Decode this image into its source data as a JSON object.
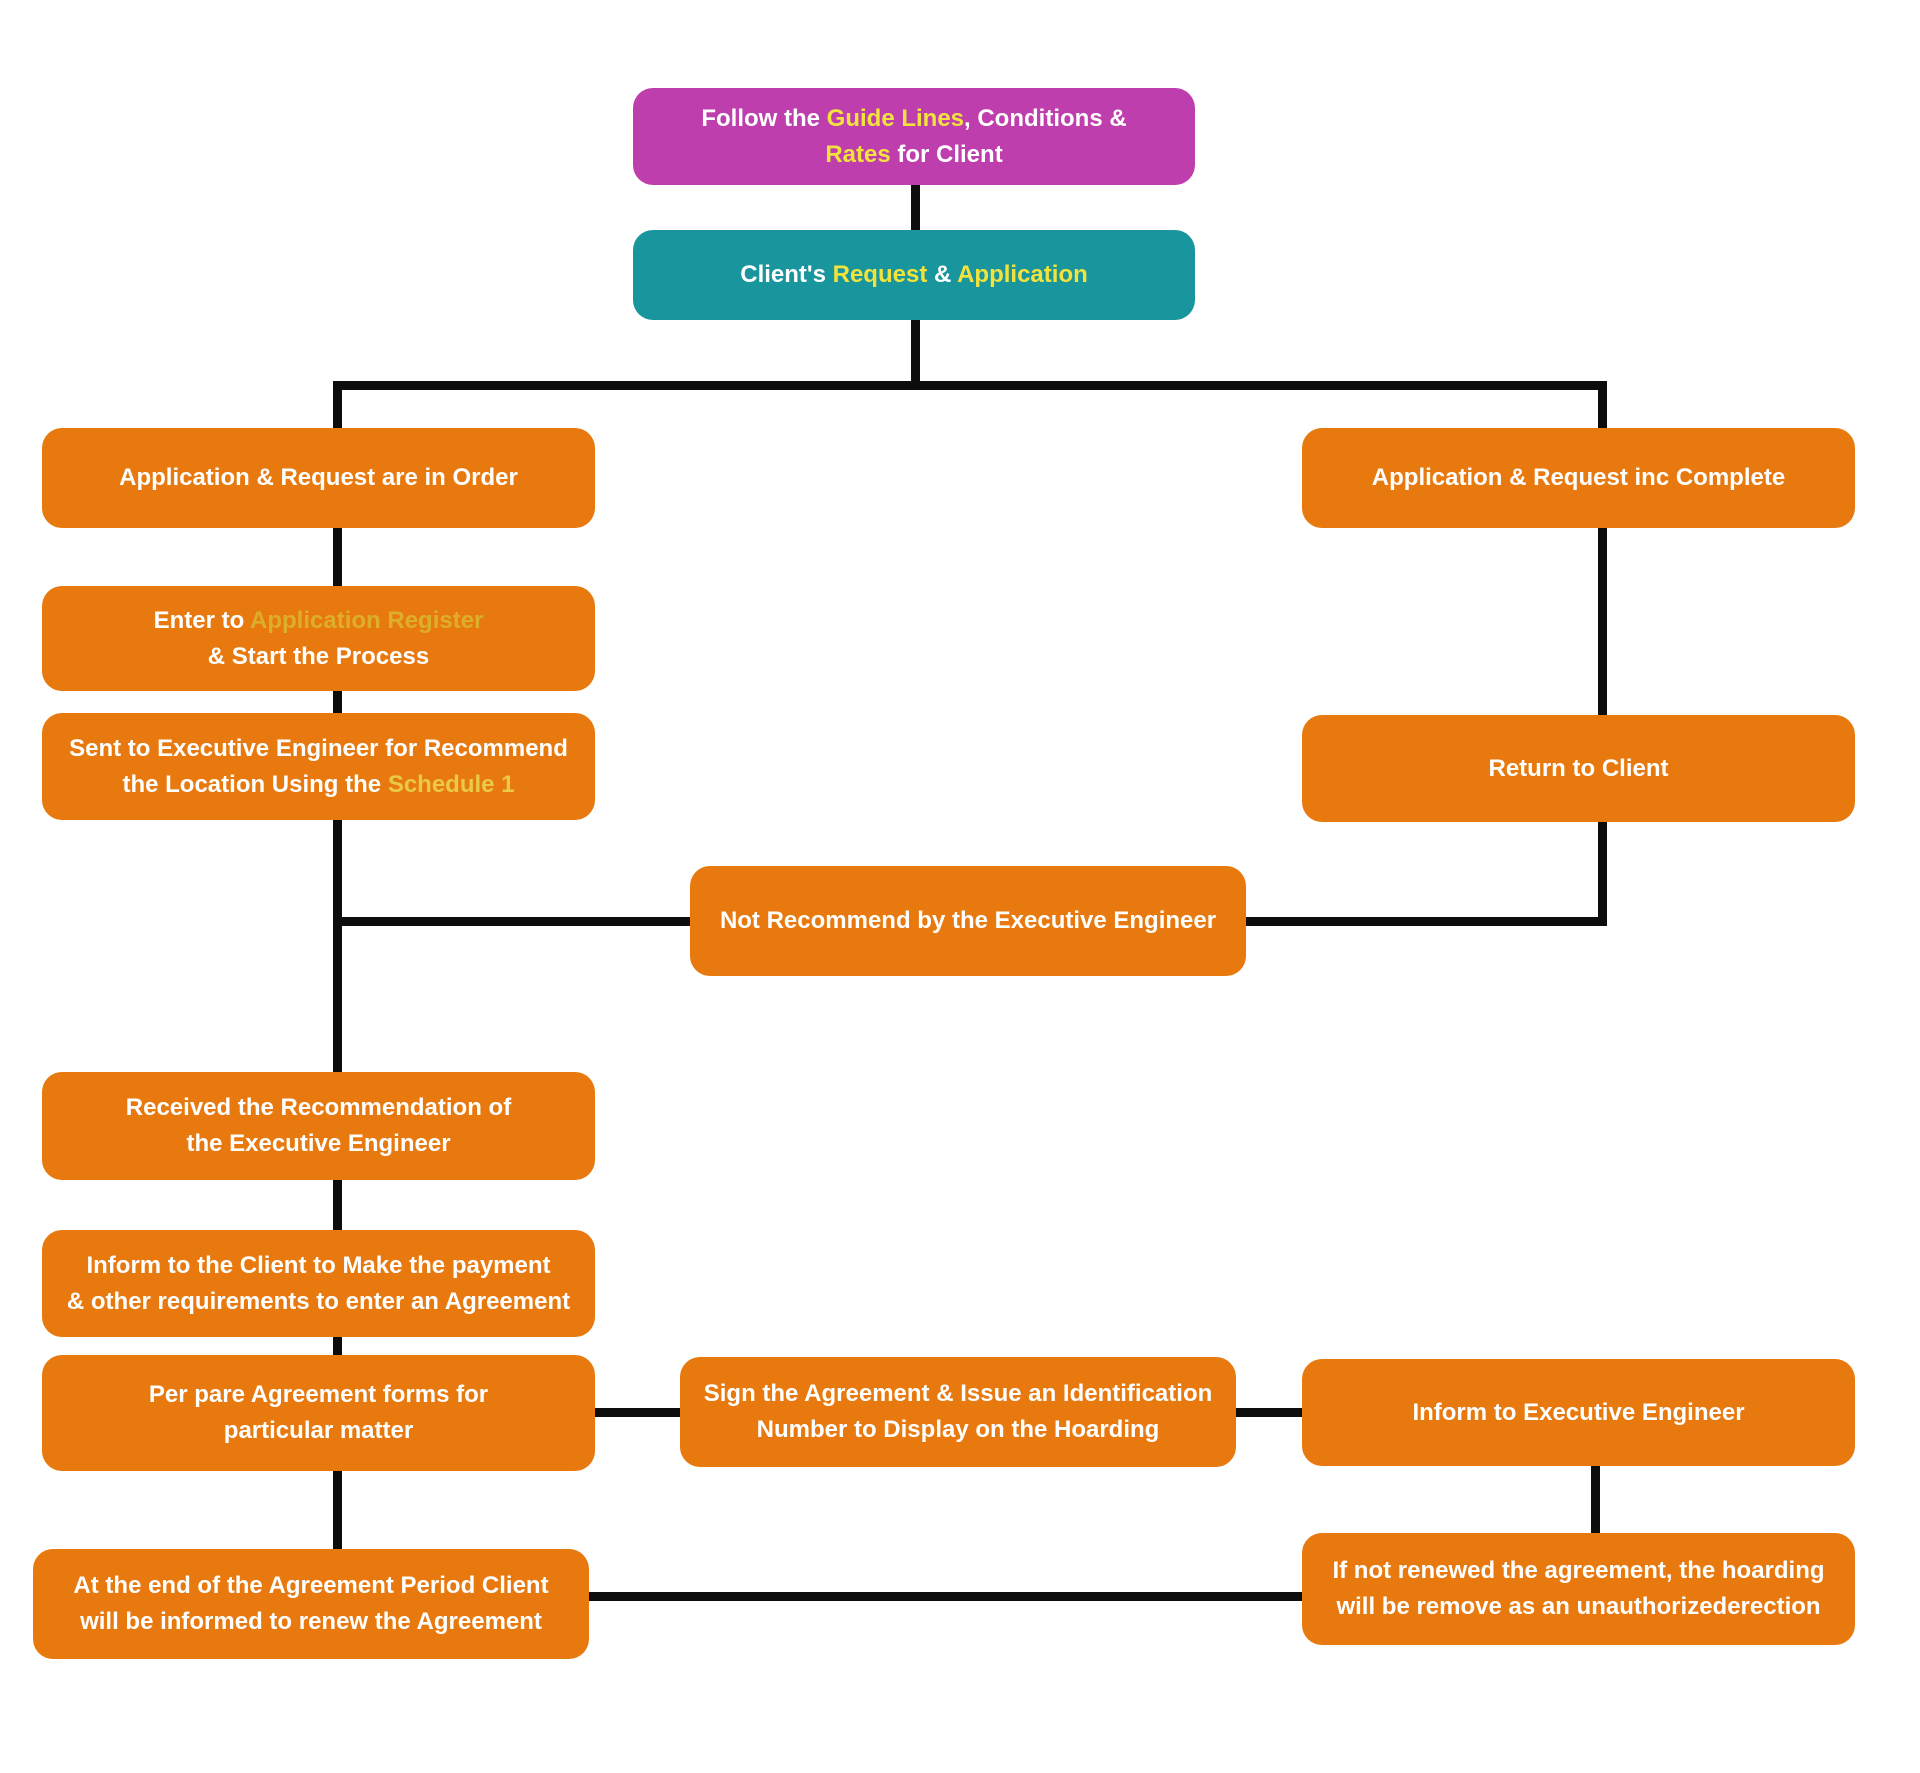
{
  "colors": {
    "white": "#FFFFFF",
    "yellow": "#F2E33C",
    "gold": "#DCAE2B",
    "gold_light": "#E8CA44",
    "orange": "#E8790E",
    "magenta": "#BF3EAE",
    "teal": "#18959D",
    "line": "#0D0D0D"
  },
  "nodes": {
    "follow_guidelines": {
      "lines": [
        [
          {
            "t": "Follow the ",
            "c": "white"
          },
          {
            "t": "Guide Lines",
            "c": "yellow"
          },
          {
            "t": ", Conditions &",
            "c": "white"
          }
        ],
        [
          {
            "t": "Rates",
            "c": "yellow"
          },
          {
            "t": " for Client",
            "c": "white"
          }
        ]
      ]
    },
    "client_request": {
      "lines": [
        [
          {
            "t": "Client's ",
            "c": "white"
          },
          {
            "t": "Request",
            "c": "yellow"
          },
          {
            "t": " & ",
            "c": "white"
          },
          {
            "t": "Application",
            "c": "yellow"
          }
        ]
      ]
    },
    "app_in_order": {
      "lines": [
        [
          {
            "t": "Application & Request are in Order",
            "c": "white"
          }
        ]
      ]
    },
    "app_incomplete": {
      "lines": [
        [
          {
            "t": "Application & Request inc Complete",
            "c": "white"
          }
        ]
      ]
    },
    "enter_register": {
      "lines": [
        [
          {
            "t": "Enter to ",
            "c": "white"
          },
          {
            "t": "Application Register",
            "c": "gold"
          }
        ],
        [
          {
            "t": "& Start the Process",
            "c": "white"
          }
        ]
      ]
    },
    "sent_to_ee": {
      "lines": [
        [
          {
            "t": "Sent to Executive Engineer for Recommend",
            "c": "white"
          }
        ],
        [
          {
            "t": "the Location Using the ",
            "c": "white"
          },
          {
            "t": "Schedule 1",
            "c": "gold_light"
          }
        ]
      ]
    },
    "return_to_client": {
      "lines": [
        [
          {
            "t": "Return to Client",
            "c": "white"
          }
        ]
      ]
    },
    "not_recommend": {
      "lines": [
        [
          {
            "t": "Not Recommend by the Executive Engineer",
            "c": "white"
          }
        ]
      ]
    },
    "received_recommendation": {
      "lines": [
        [
          {
            "t": "Received the Recommendation of",
            "c": "white"
          }
        ],
        [
          {
            "t": "the Executive Engineer",
            "c": "white"
          }
        ]
      ]
    },
    "inform_client_payment": {
      "lines": [
        [
          {
            "t": "Inform to the Client to Make the payment",
            "c": "white"
          }
        ],
        [
          {
            "t": "& other requirements to enter an Agreement",
            "c": "white"
          }
        ]
      ]
    },
    "prepare_agreement": {
      "lines": [
        [
          {
            "t": "Per pare Agreement forms for",
            "c": "white"
          }
        ],
        [
          {
            "t": "particular matter",
            "c": "white"
          }
        ]
      ]
    },
    "sign_agreement": {
      "lines": [
        [
          {
            "t": "Sign the Agreement & Issue an Identification",
            "c": "white"
          }
        ],
        [
          {
            "t": "Number to Display on the Hoarding",
            "c": "white"
          }
        ]
      ]
    },
    "inform_ee": {
      "lines": [
        [
          {
            "t": "Inform to Executive Engineer",
            "c": "white"
          }
        ]
      ]
    },
    "end_of_agreement": {
      "lines": [
        [
          {
            "t": "At the end of the Agreement Period Client",
            "c": "white"
          }
        ],
        [
          {
            "t": "will be informed to renew the Agreement",
            "c": "white"
          }
        ]
      ]
    },
    "not_renewed": {
      "lines": [
        [
          {
            "t": "If not renewed the agreement, the hoarding",
            "c": "white"
          }
        ],
        [
          {
            "t": "will be remove as an unauthorizederection",
            "c": "white"
          }
        ]
      ]
    }
  }
}
